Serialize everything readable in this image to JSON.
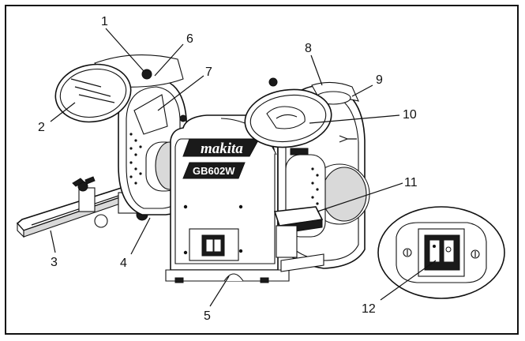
{
  "figure": {
    "brand_text": "makita",
    "model_text": "GB602W",
    "callouts": [
      "1",
      "2",
      "3",
      "4",
      "5",
      "6",
      "7",
      "8",
      "9",
      "10",
      "11",
      "12"
    ]
  }
}
